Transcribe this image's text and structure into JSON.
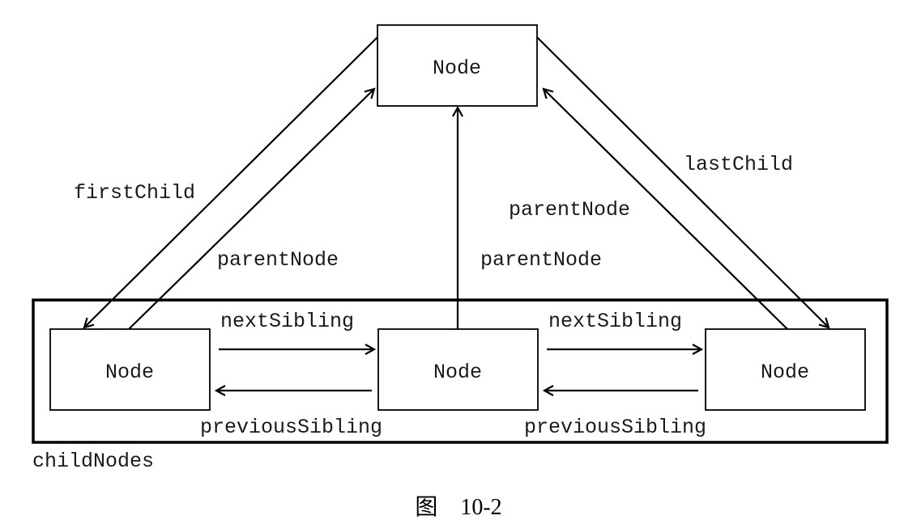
{
  "diagram": {
    "nodes": {
      "parent": "Node",
      "child_first": "Node",
      "child_middle": "Node",
      "child_last": "Node"
    },
    "edges": {
      "first_child": "firstChild",
      "last_child": "lastChild",
      "parent_node_left": "parentNode",
      "parent_node_middle": "parentNode",
      "parent_node_right": "parentNode",
      "next_sibling_left": "nextSibling",
      "next_sibling_right": "nextSibling",
      "previous_sibling_left": "previousSibling",
      "previous_sibling_right": "previousSibling"
    },
    "group_label": "childNodes",
    "caption": "图　10-2"
  }
}
